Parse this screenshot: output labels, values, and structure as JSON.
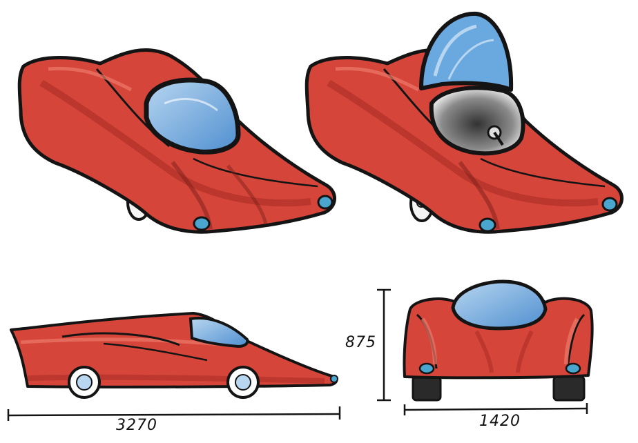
{
  "drawing": {
    "dimensions": {
      "length": "3270",
      "width": "1420",
      "height": "875"
    }
  },
  "colors": {
    "body": "#d6453a",
    "body_dark": "#a52a22",
    "body_light": "#ec7a6a",
    "canopy": "#6aa8e0",
    "canopy_light": "#b8d6f0",
    "outline": "#141414",
    "lamp": "#4aa6cf",
    "cockpit_shadow": "#555555"
  }
}
